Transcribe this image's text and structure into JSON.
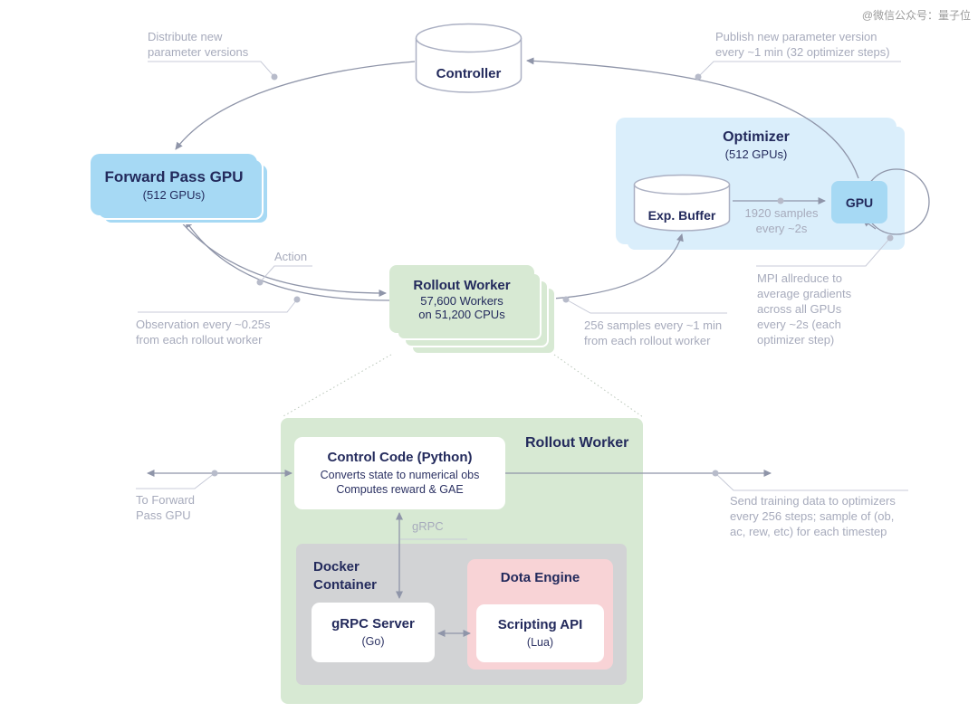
{
  "watermark": "@微信公众号：量子位",
  "nodes": {
    "controller": {
      "label": "Controller"
    },
    "forward_pass_gpu": {
      "title": "Forward Pass GPU",
      "subtitle": "(512 GPUs)"
    },
    "rollout_worker": {
      "title": "Rollout Worker",
      "line1": "57,600 Workers",
      "line2": "on 51,200 CPUs"
    },
    "optimizer": {
      "title": "Optimizer",
      "subtitle": "(512 GPUs)"
    },
    "exp_buffer": {
      "label": "Exp. Buffer"
    },
    "gpu": {
      "label": "GPU"
    },
    "rollout_worker_detail": {
      "title": "Rollout Worker"
    },
    "control_code": {
      "title": "Control Code (Python)",
      "line1": "Converts state to numerical obs",
      "line2": "Computes reward & GAE"
    },
    "docker_container": {
      "title": "Docker\nContainer"
    },
    "grpc_server": {
      "title": "gRPC Server",
      "subtitle": "(Go)"
    },
    "dota_engine": {
      "title": "Dota Engine"
    },
    "scripting_api": {
      "title": "Scripting API",
      "subtitle": "(Lua)"
    }
  },
  "annotations": {
    "distribute": "Distribute new\nparameter versions",
    "publish": "Publish new parameter version\nevery ~1 min (32 optimizer steps)",
    "action": "Action",
    "observation": "Observation every ~0.25s\nfrom each rollout worker",
    "samples_256": "256 samples every ~1 min\nfrom each rollout worker",
    "samples_1920": "1920 samples\nevery ~2s",
    "mpi": "MPI allreduce to\naverage gradients\nacross all GPUs\nevery ~2s (each\noptimizer step)",
    "grpc": "gRPC",
    "to_forward": "To Forward\nPass GPU",
    "send_training": "Send training data to optimizers\nevery 256 steps; sample of (ob,\nac, rew, etc) for each timestep"
  },
  "colors": {
    "node_blue": "#a6d9f4",
    "panel_light_blue": "#daeefb",
    "node_green": "#d7e9d3",
    "panel_grey": "#d2d3d5",
    "panel_pink": "#f8d3d6",
    "text_navy": "#232a5c",
    "annotation_grey": "#a7abbc",
    "line_grey": "#8f95a9"
  }
}
